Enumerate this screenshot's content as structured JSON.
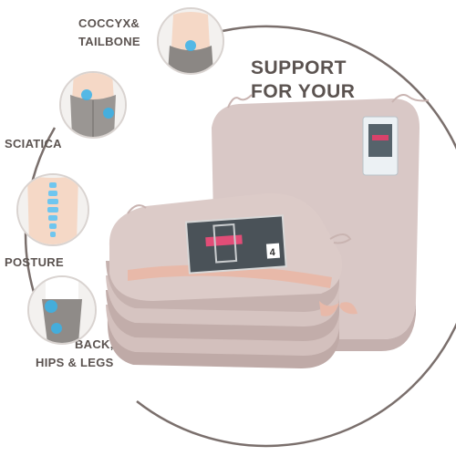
{
  "headline": {
    "line1": "SUPPORT",
    "line2": "FOR YOUR"
  },
  "benefits": [
    {
      "label": "COCCYX&",
      "label2": "TAILBONE",
      "icon": "tailbone-photo"
    },
    {
      "label": "SCIATICA",
      "icon": "sciatica-photo"
    },
    {
      "label": "POSTURE",
      "icon": "spine-photo"
    },
    {
      "label": "BACK,",
      "label2": "HIPS & LEGS",
      "icon": "hips-legs-photo"
    }
  ],
  "colors": {
    "text": "#5b5350",
    "cushion": "#d9c8c6",
    "cushion_shadow": "#c4b0ae",
    "ribbon": "#e8b9a9",
    "highlight": "#37b3ea",
    "arc": "#7a6f6c"
  }
}
